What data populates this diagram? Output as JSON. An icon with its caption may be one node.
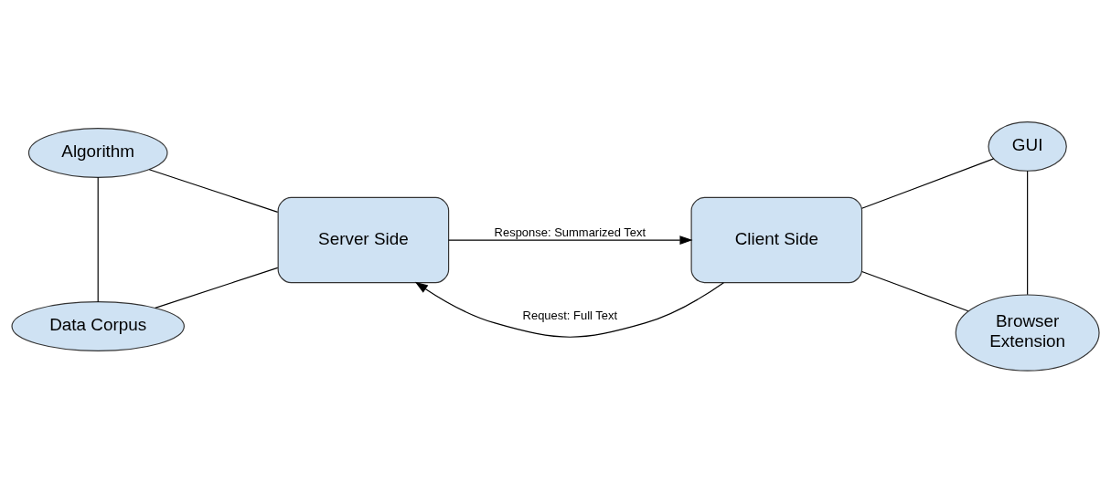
{
  "diagram": {
    "nodes": [
      {
        "text": [
          "Algorithm"
        ]
      },
      {
        "text": [
          "Data Corpus"
        ]
      },
      {
        "text": [
          "Server Side"
        ]
      },
      {
        "text": [
          "Client Side"
        ]
      },
      {
        "text": [
          "GUI"
        ]
      },
      {
        "text": [
          "Browser Extension"
        ]
      }
    ],
    "edges": [
      {
        "from": 0,
        "to": 1,
        "arrow": "none"
      },
      {
        "from": 0,
        "to": 2,
        "arrow": "none"
      },
      {
        "from": 1,
        "to": 2,
        "arrow": "none"
      },
      {
        "from": 3,
        "to": 2,
        "arrow": "to",
        "label": "Request: Full Text"
      },
      {
        "from": 2,
        "to": 3,
        "arrow": "to",
        "label": "Response: Summarized Text"
      },
      {
        "from": 3,
        "to": 4,
        "arrow": "none"
      },
      {
        "from": 3,
        "to": 5,
        "arrow": "none"
      },
      {
        "from": 4,
        "to": 5,
        "arrow": "none"
      }
    ]
  }
}
